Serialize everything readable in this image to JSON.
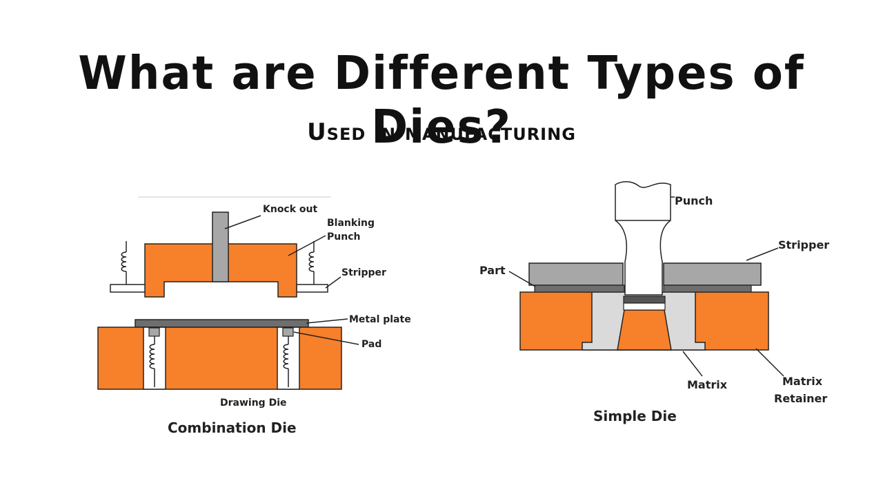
{
  "title": "What are Different Types of Dies?",
  "subtitle": "Used in manufacturing",
  "colors": {
    "die_orange": "#F7802B",
    "metal_gray": "#A7A7A7",
    "dark_gray": "#555555",
    "outline": "#222222"
  },
  "combination_die": {
    "caption": "Combination Die",
    "labels": {
      "knock_out": "Knock out",
      "blanking_punch_line1": "Blanking",
      "blanking_punch_line2": "Punch",
      "stripper": "Stripper",
      "metal_plate": "Metal plate",
      "pad": "Pad",
      "drawing_die": "Drawing Die"
    }
  },
  "simple_die": {
    "caption": "Simple Die",
    "labels": {
      "punch": "Punch",
      "stripper": "Stripper",
      "part": "Part",
      "matrix": "Matrix",
      "matrix_retainer_line1": "Matrix",
      "matrix_retainer_line2": "Retainer"
    }
  }
}
